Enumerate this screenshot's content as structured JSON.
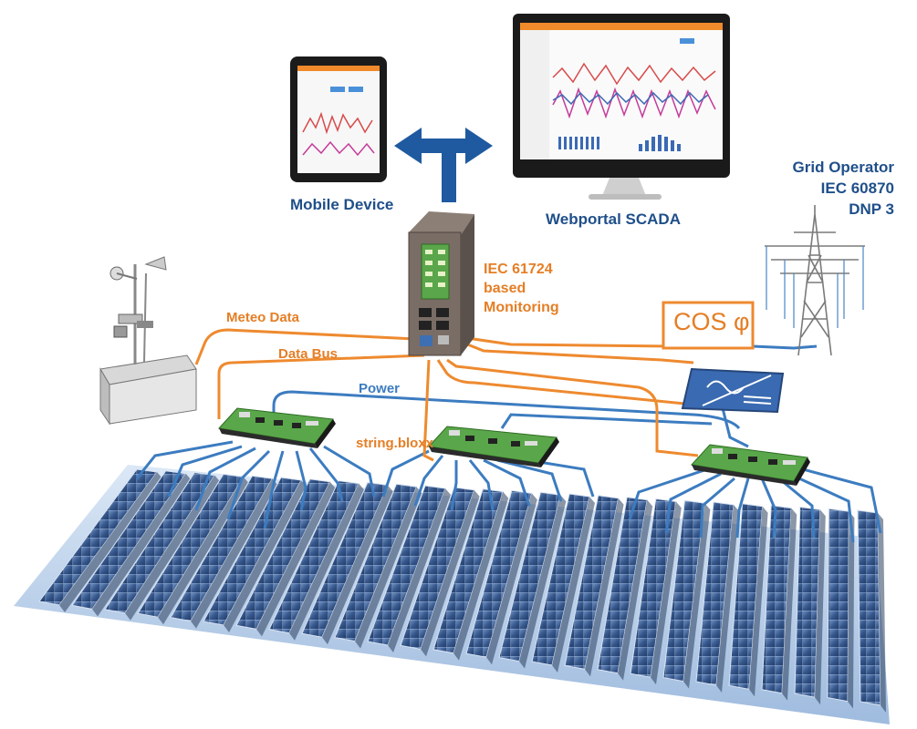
{
  "labels": {
    "mobile_device": "Mobile Device",
    "webportal": "Webportal SCADA",
    "grid_operator": [
      "Grid Operator",
      "IEC 60870",
      "DNP 3"
    ],
    "monitoring": [
      "IEC 61724",
      "based",
      "Monitoring"
    ],
    "meteo_data": "Meteo Data",
    "data_bus": "Data Bus",
    "power": "Power",
    "string_bloxx": "string.bloxx",
    "cos_phi": "COS φ"
  },
  "colors": {
    "data_line": "#ee8a2f",
    "power_line": "#3c7cc0",
    "label_blue": "#1f4f8a",
    "label_orange": "#e57e25",
    "panel": "#3d5f93",
    "accent": "#f08a2a"
  },
  "icons": [
    "tablet-icon",
    "monitor-icon",
    "weather-station-icon",
    "controller-icon",
    "pylon-icon",
    "inverter-icon",
    "solar-panel-icon"
  ]
}
